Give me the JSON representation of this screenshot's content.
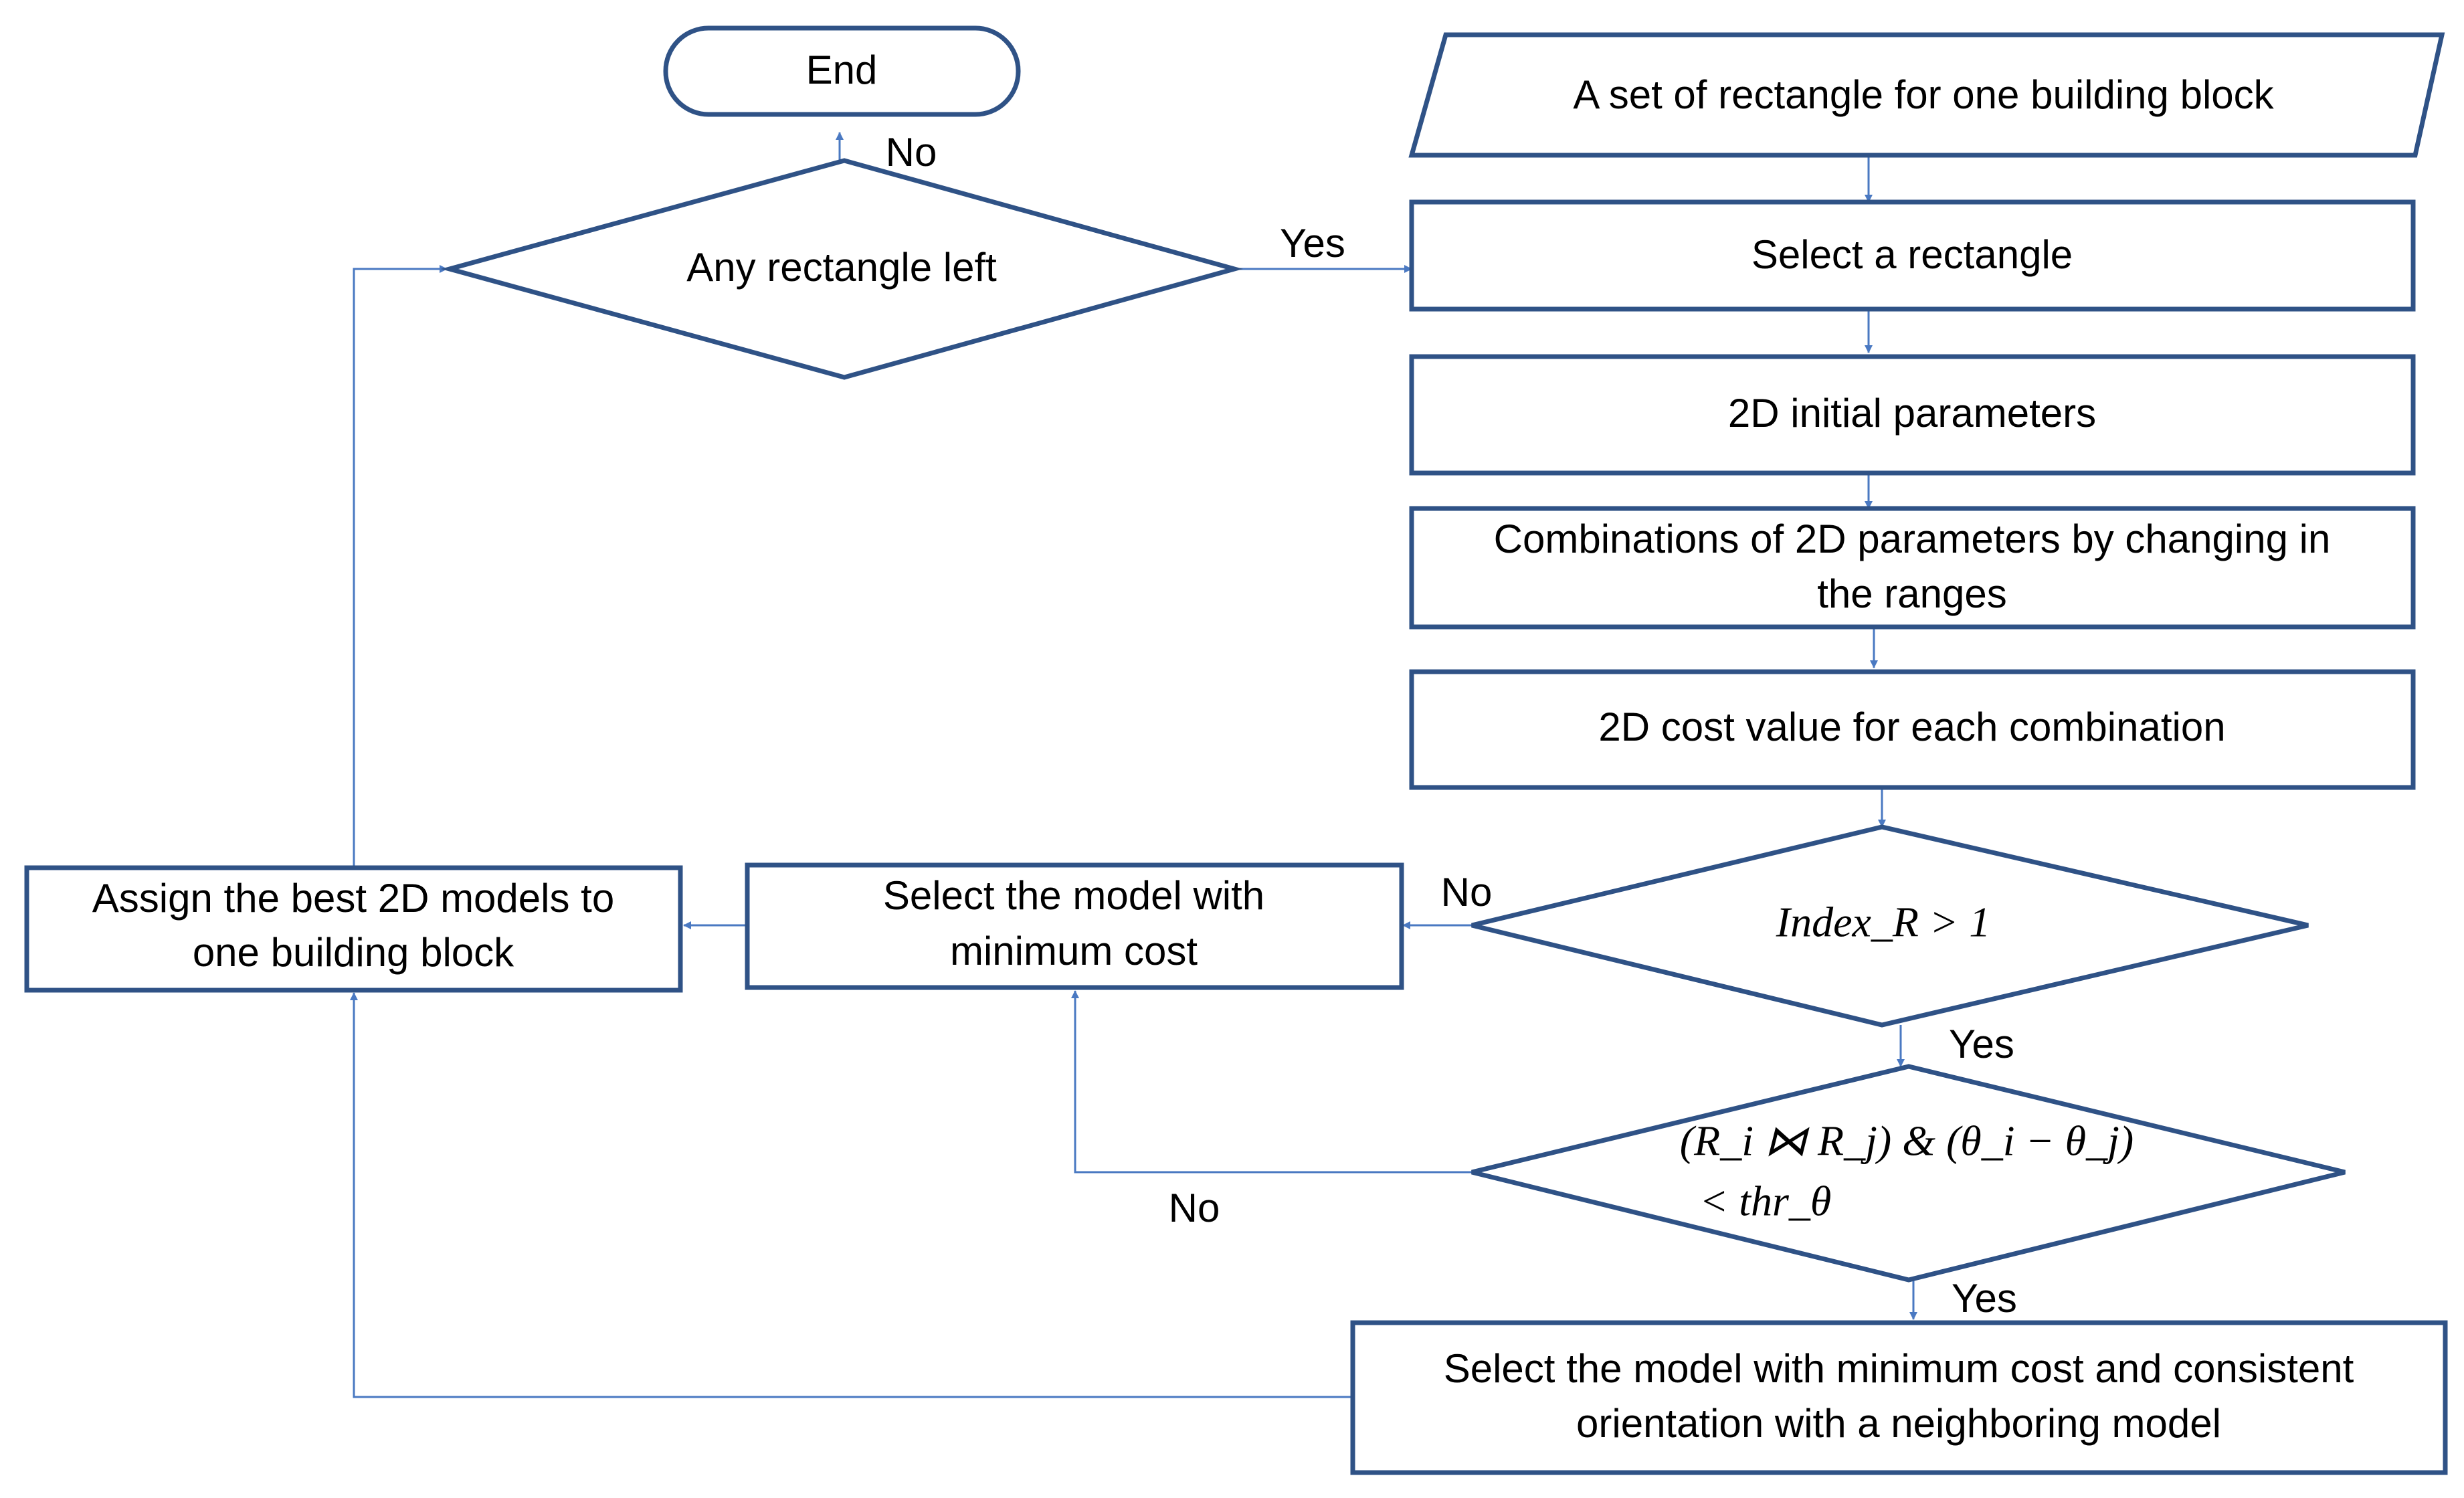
{
  "nodes": {
    "end": "End",
    "input": "A set of rectangle for one building block",
    "decision_any_left": "Any rectangle left",
    "select_rectangle": "Select a rectangle",
    "initial_params": "2D initial parameters",
    "combinations": {
      "line1": "Combinations of 2D parameters by changing in",
      "line2": "the ranges"
    },
    "cost_value": "2D cost value for each combination",
    "decision_index": "Index_R > 1",
    "decision_relation": {
      "line1": "(R_i ⋈ R_j) & (θ_i − θ_j)",
      "line2": "< thr_θ"
    },
    "select_min_cost": {
      "line1": "Select the model with",
      "line2": "minimum cost"
    },
    "assign_best": {
      "line1": "Assign the best 2D models to",
      "line2": "one building block"
    },
    "select_consistent": {
      "line1": "Select the model with minimum cost and consistent",
      "line2": "orientation with a neighboring model"
    }
  },
  "edge_labels": {
    "any_left_no": "No",
    "any_left_yes": "Yes",
    "index_no": "No",
    "index_yes": "Yes",
    "relation_no": "No",
    "relation_yes": "Yes"
  },
  "colors": {
    "shape_stroke": "#2f5286",
    "connector": "#4a79c2",
    "text": "#000000"
  }
}
